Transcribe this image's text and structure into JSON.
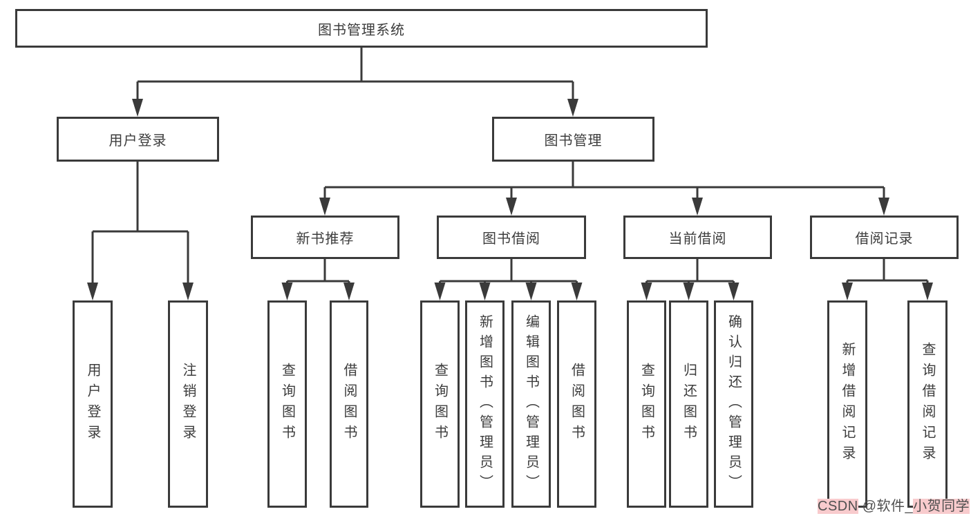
{
  "diagram_type": "hierarchy-tree",
  "colors": {
    "background": "#ffffff",
    "line": "#3a3a3a",
    "box_border": "#3a3a3a",
    "text": "#3c3c3c",
    "watermark_text": "#4f4f4f",
    "watermark_highlight": "#f8cbcd"
  },
  "tree": {
    "root": {
      "label": "图书管理系统",
      "children": [
        {
          "label": "用户登录",
          "children": [
            {
              "label": "用户登录"
            },
            {
              "label": "注销登录"
            }
          ]
        },
        {
          "label": "图书管理",
          "children": [
            {
              "label": "新书推荐",
              "children": [
                {
                  "label": "查询图书"
                },
                {
                  "label": "借阅图书"
                }
              ]
            },
            {
              "label": "图书借阅",
              "children": [
                {
                  "label": "查询图书"
                },
                {
                  "label": "新增图书（管理员）"
                },
                {
                  "label": "编辑图书（管理员）"
                },
                {
                  "label": "借阅图书"
                }
              ]
            },
            {
              "label": "当前借阅",
              "children": [
                {
                  "label": "查询图书"
                },
                {
                  "label": "归还图书"
                },
                {
                  "label": "确认归还（管理员）"
                }
              ]
            },
            {
              "label": "借阅记录",
              "children": [
                {
                  "label": "新增借阅记录"
                },
                {
                  "label": "查询借阅记录"
                }
              ]
            }
          ]
        }
      ]
    }
  },
  "watermark": {
    "brand": "CSDN",
    "middle": " @软件_",
    "author": "小贺同学"
  }
}
